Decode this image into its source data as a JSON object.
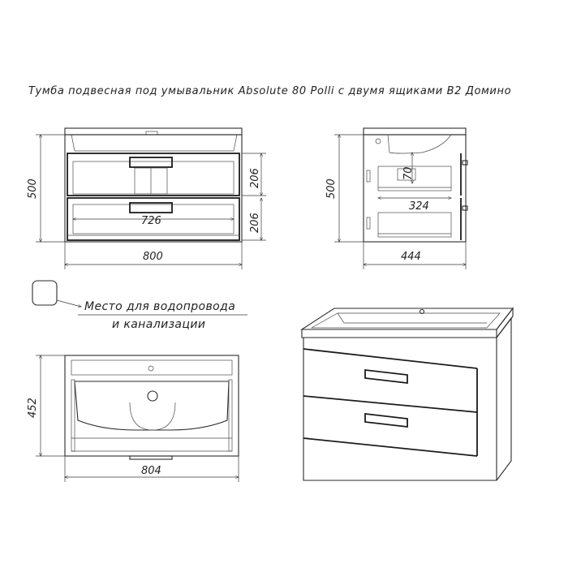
{
  "title": "Тумба подвесная под умывальник Absolute 80 Polli с двумя ящиками В2 Домино",
  "legend": {
    "line1": "Место для водопровода",
    "line2": "и канализации"
  },
  "dimensions": {
    "front_width": "800",
    "front_height": "500",
    "drawer_upper_height": "206",
    "drawer_lower_height": "206",
    "inner_width": "726",
    "side_depth": "444",
    "side_height": "500",
    "side_gap": "70",
    "side_inner_depth": "324",
    "top_width": "804",
    "top_depth": "452"
  }
}
